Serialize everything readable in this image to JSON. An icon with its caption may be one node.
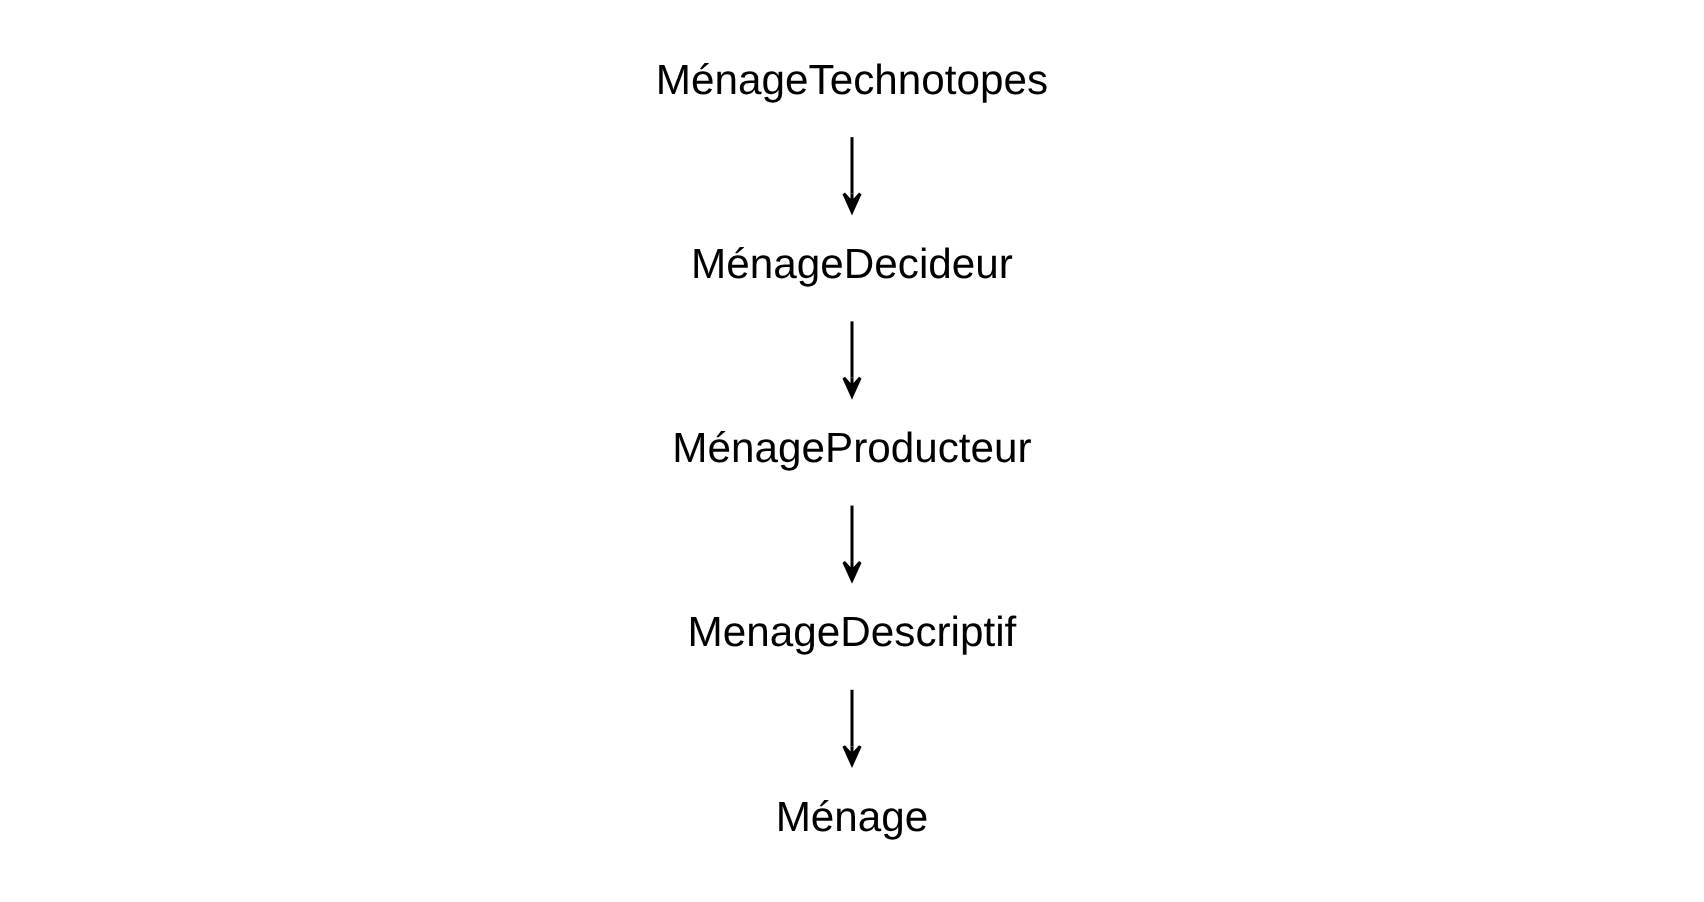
{
  "diagram": {
    "nodes": [
      {
        "text": [
          "MénageTechnotopes"
        ]
      },
      {
        "text": [
          "MénageDecideur"
        ]
      },
      {
        "text": [
          "MénageProducteur"
        ]
      },
      {
        "text": [
          "MenageDescriptif"
        ]
      },
      {
        "text": [
          "Ménage"
        ]
      }
    ],
    "edges": [
      {
        "from": 0,
        "to": 1,
        "arrow": "to"
      },
      {
        "from": 1,
        "to": 2,
        "arrow": "to"
      },
      {
        "from": 2,
        "to": 3,
        "arrow": "to"
      },
      {
        "from": 3,
        "to": 4,
        "arrow": "to"
      }
    ]
  }
}
